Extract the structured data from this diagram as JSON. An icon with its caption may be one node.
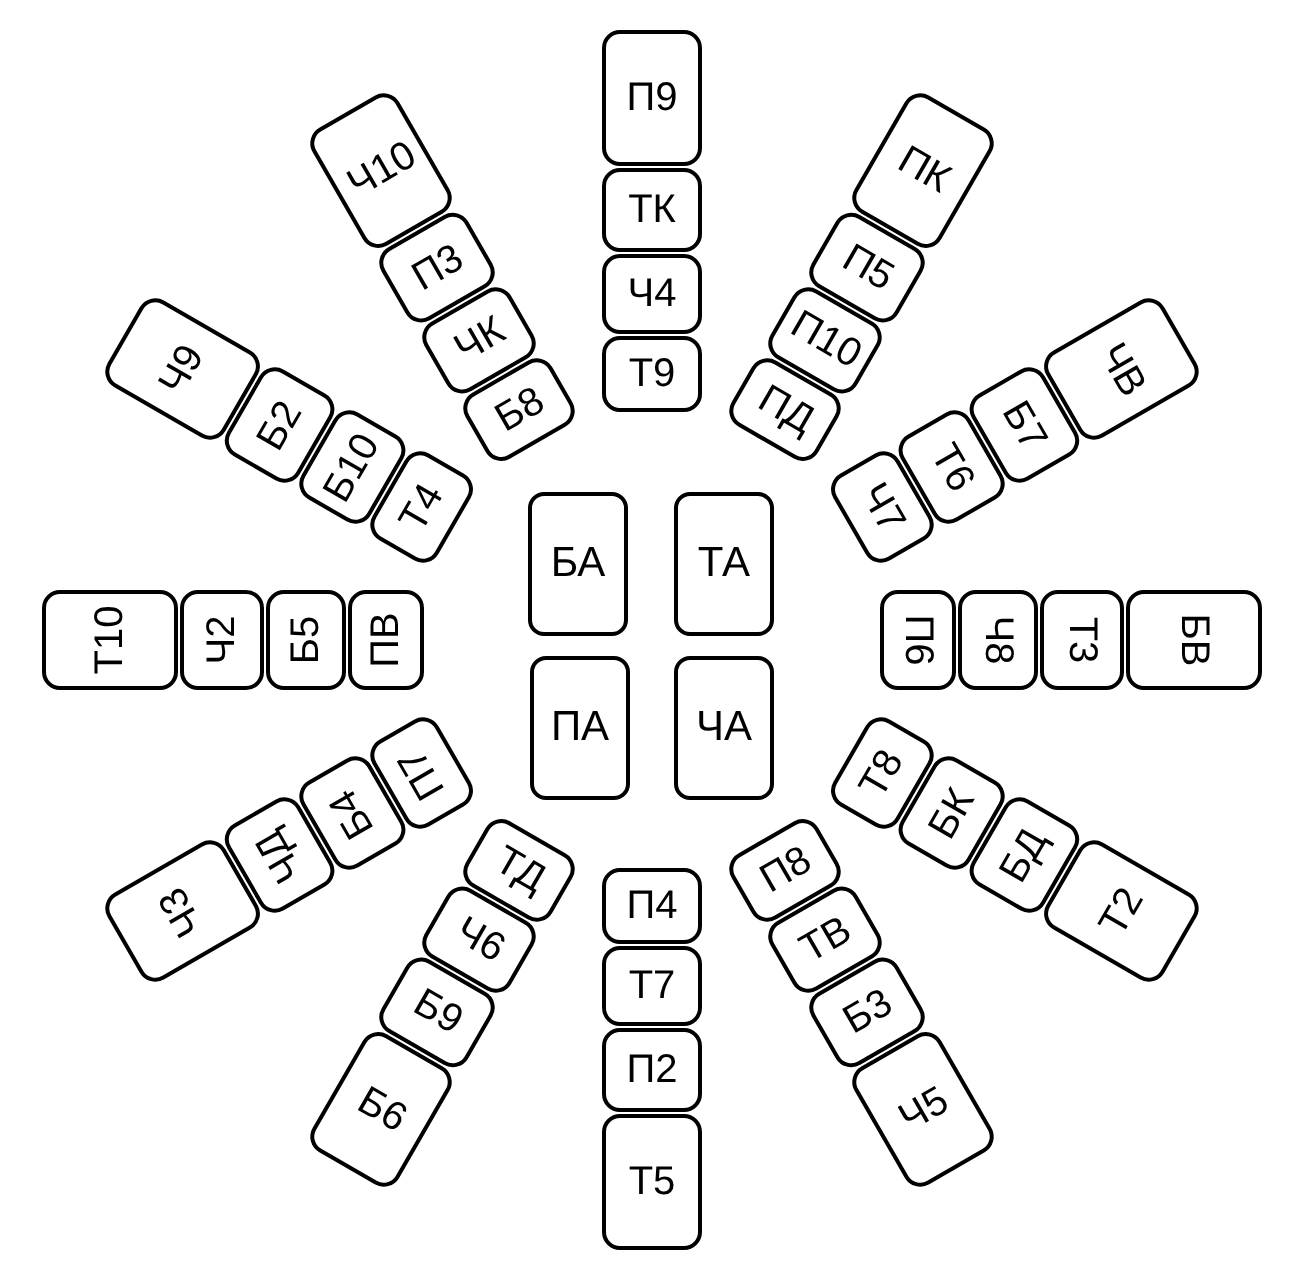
{
  "diagram": {
    "nodes": [
      {
        "text": [
          "П9"
        ]
      },
      {
        "text": [
          "ТК"
        ]
      },
      {
        "text": [
          "Ч4"
        ]
      },
      {
        "text": [
          "Т9"
        ]
      },
      {
        "text": [
          "ПК"
        ]
      },
      {
        "text": [
          "П5"
        ]
      },
      {
        "text": [
          "П10"
        ]
      },
      {
        "text": [
          "ПД"
        ]
      },
      {
        "text": [
          "ЧВ"
        ]
      },
      {
        "text": [
          "Б7"
        ]
      },
      {
        "text": [
          "Т6"
        ]
      },
      {
        "text": [
          "Ч7"
        ]
      },
      {
        "text": [
          "БВ"
        ]
      },
      {
        "text": [
          "Т3"
        ]
      },
      {
        "text": [
          "Ч8"
        ]
      },
      {
        "text": [
          "П6"
        ]
      },
      {
        "text": [
          "Т2"
        ]
      },
      {
        "text": [
          "БД"
        ]
      },
      {
        "text": [
          "БК"
        ]
      },
      {
        "text": [
          "Т8"
        ]
      },
      {
        "text": [
          "Ч5"
        ]
      },
      {
        "text": [
          "Б3"
        ]
      },
      {
        "text": [
          "ТВ"
        ]
      },
      {
        "text": [
          "П8"
        ]
      },
      {
        "text": [
          "Т5"
        ]
      },
      {
        "text": [
          "П2"
        ]
      },
      {
        "text": [
          "Т7"
        ]
      },
      {
        "text": [
          "П4"
        ]
      },
      {
        "text": [
          "Б6"
        ]
      },
      {
        "text": [
          "Б9"
        ]
      },
      {
        "text": [
          "Ч6"
        ]
      },
      {
        "text": [
          "ТД"
        ]
      },
      {
        "text": [
          "Ч3"
        ]
      },
      {
        "text": [
          "ЧД"
        ]
      },
      {
        "text": [
          "Б4"
        ]
      },
      {
        "text": [
          "П7"
        ]
      },
      {
        "text": [
          "Т10"
        ]
      },
      {
        "text": [
          "Ч2"
        ]
      },
      {
        "text": [
          "Б5"
        ]
      },
      {
        "text": [
          "ПВ"
        ]
      },
      {
        "text": [
          "Ч9"
        ]
      },
      {
        "text": [
          "Б2"
        ]
      },
      {
        "text": [
          "Б10"
        ]
      },
      {
        "text": [
          "Т4"
        ]
      },
      {
        "text": [
          "Ч10"
        ]
      },
      {
        "text": [
          "П3"
        ]
      },
      {
        "text": [
          "ЧК"
        ]
      },
      {
        "text": [
          "Б8"
        ]
      },
      {
        "text": [
          "БА"
        ]
      },
      {
        "text": [
          "ТА"
        ]
      },
      {
        "text": [
          "ПА"
        ]
      },
      {
        "text": [
          "ЧА"
        ]
      }
    ]
  }
}
